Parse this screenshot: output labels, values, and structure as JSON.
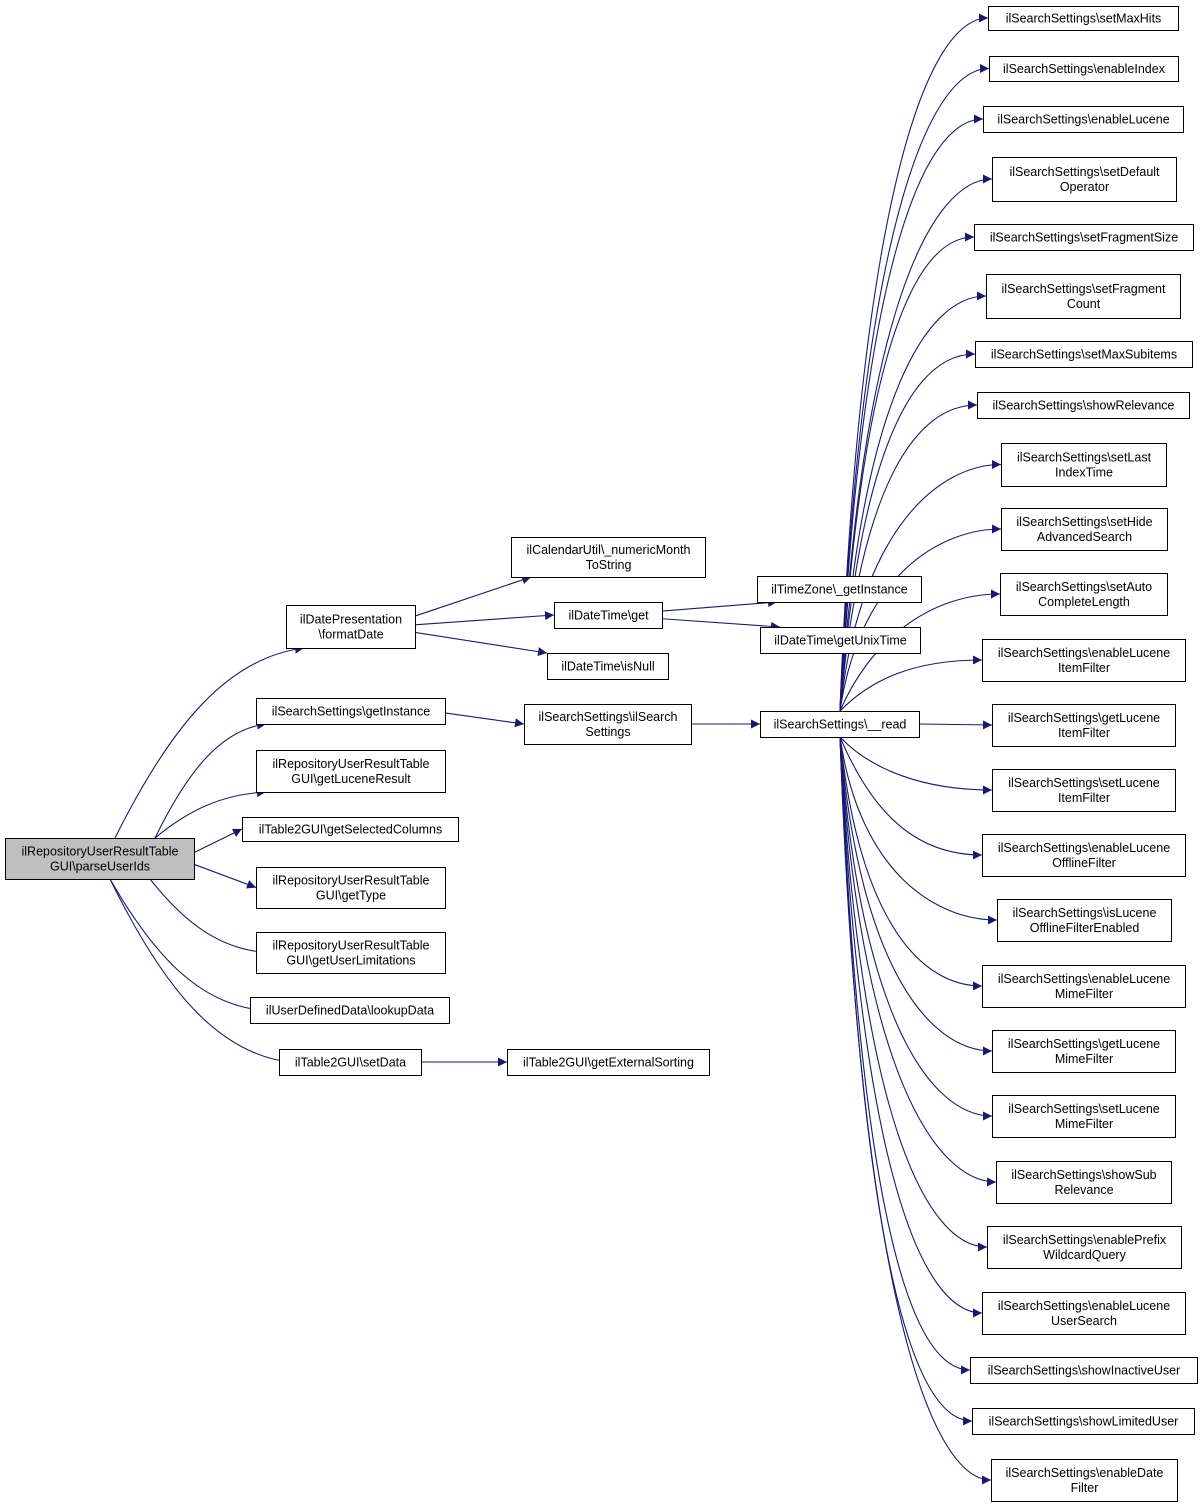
{
  "diagram": {
    "colors": {
      "edge": "#191970",
      "node_border": "#000000",
      "node_fill": "#ffffff",
      "root_fill": "#bfbfbf"
    },
    "nodes": [
      {
        "id": "root",
        "lines": [
          "ilRepositoryUserResultTable",
          "GUI\\parseUserIds"
        ],
        "root": true
      },
      {
        "id": "formatDate",
        "lines": [
          "ilDatePresentation",
          "\\formatDate"
        ]
      },
      {
        "id": "numericMonth",
        "lines": [
          "ilCalendarUtil\\_numericMonth",
          "ToString"
        ]
      },
      {
        "id": "dtGet",
        "lines": [
          "ilDateTime\\get"
        ]
      },
      {
        "id": "tzGetInstance",
        "lines": [
          "ilTimeZone\\_getInstance"
        ]
      },
      {
        "id": "getUnixTime",
        "lines": [
          "ilDateTime\\getUnixTime"
        ]
      },
      {
        "id": "isNull",
        "lines": [
          "ilDateTime\\isNull"
        ]
      },
      {
        "id": "ssGetInstance",
        "lines": [
          "ilSearchSettings\\getInstance"
        ]
      },
      {
        "id": "ssCtor",
        "lines": [
          "ilSearchSettings\\ilSearch",
          "Settings"
        ]
      },
      {
        "id": "ssRead",
        "lines": [
          "ilSearchSettings\\__read"
        ]
      },
      {
        "id": "getLuceneResult",
        "lines": [
          "ilRepositoryUserResultTable",
          "GUI\\getLuceneResult"
        ]
      },
      {
        "id": "getSelectedColumns",
        "lines": [
          "ilTable2GUI\\getSelectedColumns"
        ]
      },
      {
        "id": "getType",
        "lines": [
          "ilRepositoryUserResultTable",
          "GUI\\getType"
        ]
      },
      {
        "id": "getUserLimitations",
        "lines": [
          "ilRepositoryUserResultTable",
          "GUI\\getUserLimitations"
        ]
      },
      {
        "id": "lookupData",
        "lines": [
          "ilUserDefinedData\\lookupData"
        ]
      },
      {
        "id": "setData",
        "lines": [
          "ilTable2GUI\\setData"
        ]
      },
      {
        "id": "getExternalSorting",
        "lines": [
          "ilTable2GUI\\getExternalSorting"
        ]
      },
      {
        "id": "r01",
        "lines": [
          "ilSearchSettings\\setMaxHits"
        ]
      },
      {
        "id": "r02",
        "lines": [
          "ilSearchSettings\\enableIndex"
        ]
      },
      {
        "id": "r03",
        "lines": [
          "ilSearchSettings\\enableLucene"
        ]
      },
      {
        "id": "r04",
        "lines": [
          "ilSearchSettings\\setDefault",
          "Operator"
        ]
      },
      {
        "id": "r05",
        "lines": [
          "ilSearchSettings\\setFragmentSize"
        ]
      },
      {
        "id": "r06",
        "lines": [
          "ilSearchSettings\\setFragment",
          "Count"
        ]
      },
      {
        "id": "r07",
        "lines": [
          "ilSearchSettings\\setMaxSubitems"
        ]
      },
      {
        "id": "r08",
        "lines": [
          "ilSearchSettings\\showRelevance"
        ]
      },
      {
        "id": "r09",
        "lines": [
          "ilSearchSettings\\setLast",
          "IndexTime"
        ]
      },
      {
        "id": "r10",
        "lines": [
          "ilSearchSettings\\setHide",
          "AdvancedSearch"
        ]
      },
      {
        "id": "r11",
        "lines": [
          "ilSearchSettings\\setAuto",
          "CompleteLength"
        ]
      },
      {
        "id": "r12",
        "lines": [
          "ilSearchSettings\\enableLucene",
          "ItemFilter"
        ]
      },
      {
        "id": "r13",
        "lines": [
          "ilSearchSettings\\getLucene",
          "ItemFilter"
        ]
      },
      {
        "id": "r14",
        "lines": [
          "ilSearchSettings\\setLucene",
          "ItemFilter"
        ]
      },
      {
        "id": "r15",
        "lines": [
          "ilSearchSettings\\enableLucene",
          "OfflineFilter"
        ]
      },
      {
        "id": "r16",
        "lines": [
          "ilSearchSettings\\isLucene",
          "OfflineFilterEnabled"
        ]
      },
      {
        "id": "r17",
        "lines": [
          "ilSearchSettings\\enableLucene",
          "MimeFilter"
        ]
      },
      {
        "id": "r18",
        "lines": [
          "ilSearchSettings\\getLucene",
          "MimeFilter"
        ]
      },
      {
        "id": "r19",
        "lines": [
          "ilSearchSettings\\setLucene",
          "MimeFilter"
        ]
      },
      {
        "id": "r20",
        "lines": [
          "ilSearchSettings\\showSub",
          "Relevance"
        ]
      },
      {
        "id": "r21",
        "lines": [
          "ilSearchSettings\\enablePrefix",
          "WildcardQuery"
        ]
      },
      {
        "id": "r22",
        "lines": [
          "ilSearchSettings\\enableLucene",
          "UserSearch"
        ]
      },
      {
        "id": "r23",
        "lines": [
          "ilSearchSettings\\showInactiveUser"
        ]
      },
      {
        "id": "r24",
        "lines": [
          "ilSearchSettings\\showLimitedUser"
        ]
      },
      {
        "id": "r25",
        "lines": [
          "ilSearchSettings\\enableDate",
          "Filter"
        ]
      }
    ],
    "edges": [
      [
        "root",
        "formatDate"
      ],
      [
        "root",
        "ssGetInstance"
      ],
      [
        "root",
        "getLuceneResult"
      ],
      [
        "root",
        "getSelectedColumns"
      ],
      [
        "root",
        "getType"
      ],
      [
        "root",
        "getUserLimitations"
      ],
      [
        "root",
        "lookupData"
      ],
      [
        "root",
        "setData"
      ],
      [
        "formatDate",
        "numericMonth"
      ],
      [
        "formatDate",
        "dtGet"
      ],
      [
        "formatDate",
        "isNull"
      ],
      [
        "dtGet",
        "tzGetInstance"
      ],
      [
        "dtGet",
        "getUnixTime"
      ],
      [
        "ssGetInstance",
        "ssCtor"
      ],
      [
        "ssCtor",
        "ssRead"
      ],
      [
        "setData",
        "getExternalSorting"
      ],
      [
        "ssRead",
        "r01"
      ],
      [
        "ssRead",
        "r02"
      ],
      [
        "ssRead",
        "r03"
      ],
      [
        "ssRead",
        "r04"
      ],
      [
        "ssRead",
        "r05"
      ],
      [
        "ssRead",
        "r06"
      ],
      [
        "ssRead",
        "r07"
      ],
      [
        "ssRead",
        "r08"
      ],
      [
        "ssRead",
        "r09"
      ],
      [
        "ssRead",
        "r10"
      ],
      [
        "ssRead",
        "r11"
      ],
      [
        "ssRead",
        "r12"
      ],
      [
        "ssRead",
        "r13"
      ],
      [
        "ssRead",
        "r14"
      ],
      [
        "ssRead",
        "r15"
      ],
      [
        "ssRead",
        "r16"
      ],
      [
        "ssRead",
        "r17"
      ],
      [
        "ssRead",
        "r18"
      ],
      [
        "ssRead",
        "r19"
      ],
      [
        "ssRead",
        "r20"
      ],
      [
        "ssRead",
        "r21"
      ],
      [
        "ssRead",
        "r22"
      ],
      [
        "ssRead",
        "r23"
      ],
      [
        "ssRead",
        "r24"
      ],
      [
        "ssRead",
        "r25"
      ]
    ]
  }
}
